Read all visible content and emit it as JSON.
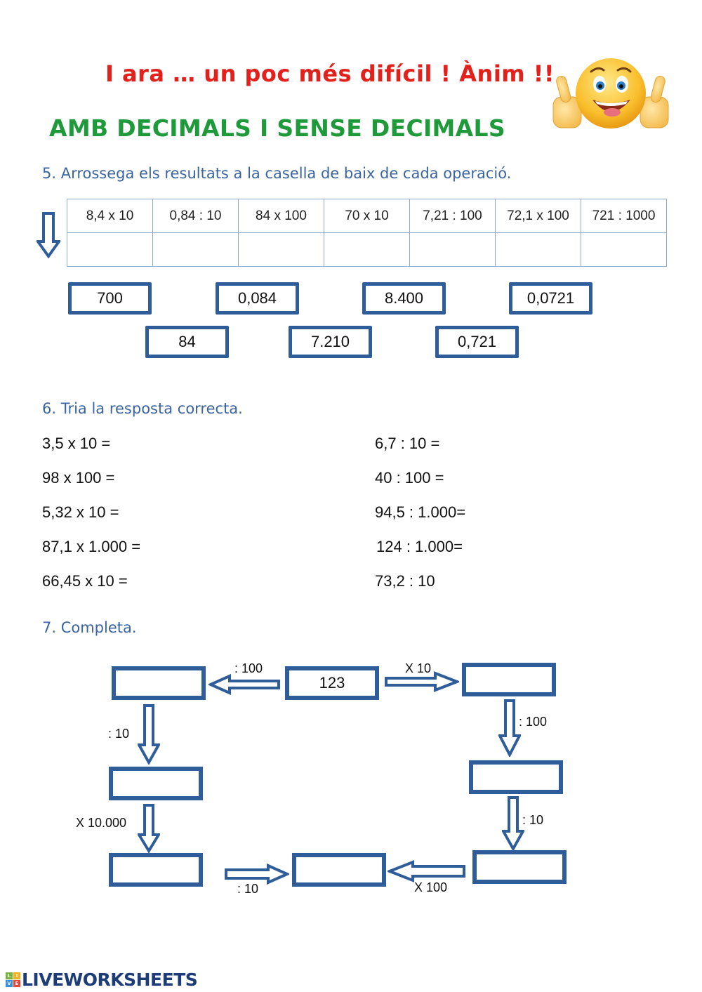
{
  "header": {
    "title_red": "I ara … un poc més difícil ! Ànim !!",
    "title_green": "AMB DECIMALS I SENSE DECIMALS",
    "mascot_icon": "thumbs-up-smiley-icon"
  },
  "exercise5": {
    "heading": "5. Arrossega els resultats a la casella de baix de cada operació.",
    "operations": [
      "8,4 x 10",
      "0,84 : 10",
      "84 x 100",
      "70 x 10",
      "7,21 : 100",
      "72,1 x 100",
      "721 : 1000"
    ],
    "answer_slots": [
      "",
      "",
      "",
      "",
      "",
      "",
      ""
    ],
    "draggable_results_row1": [
      "700",
      "0,084",
      "8.400",
      "0,0721"
    ],
    "draggable_results_row2": [
      "84",
      "7.210",
      "0,721"
    ]
  },
  "exercise6": {
    "heading": "6. Tria la resposta correcta.",
    "left_column": [
      "3,5 x 10 =",
      "98 x 100 =",
      "5,32 x 10 =",
      "87,1 x 1.000 =",
      "66,45 x 10 ="
    ],
    "right_column": [
      "6,7 : 10 =",
      "40 : 100 =",
      "94,5 : 1.000=",
      "124 : 1.000=",
      "73,2 : 10"
    ]
  },
  "exercise7": {
    "heading": "7. Completa.",
    "start_value": "123",
    "labels": {
      "to_left": ": 100",
      "to_right": "X 10",
      "left_down1": ": 10",
      "left_down2": "X 10.000",
      "right_down1": ": 100",
      "right_down2": ": 10",
      "bottom_right_to_mid": "X 100",
      "bottom_left_to_mid": ": 10"
    },
    "boxes": {
      "top_left": "",
      "top_right": "",
      "mid_left": "",
      "mid_right": "",
      "bottom_left": "",
      "bottom_mid": "",
      "bottom_right": ""
    }
  },
  "footer": {
    "brand": "LIVEWORKSHEETS",
    "logo_letters": [
      "L",
      "I",
      "V",
      "E"
    ],
    "logo_colors": [
      "#7bb342",
      "#f3b21b",
      "#3a8fd6",
      "#e8463a"
    ]
  },
  "colors": {
    "accent_blue": "#2e5d9a",
    "heading_blue": "#3a64a0",
    "title_red": "#e3201b",
    "title_green": "#1f9a3a"
  }
}
